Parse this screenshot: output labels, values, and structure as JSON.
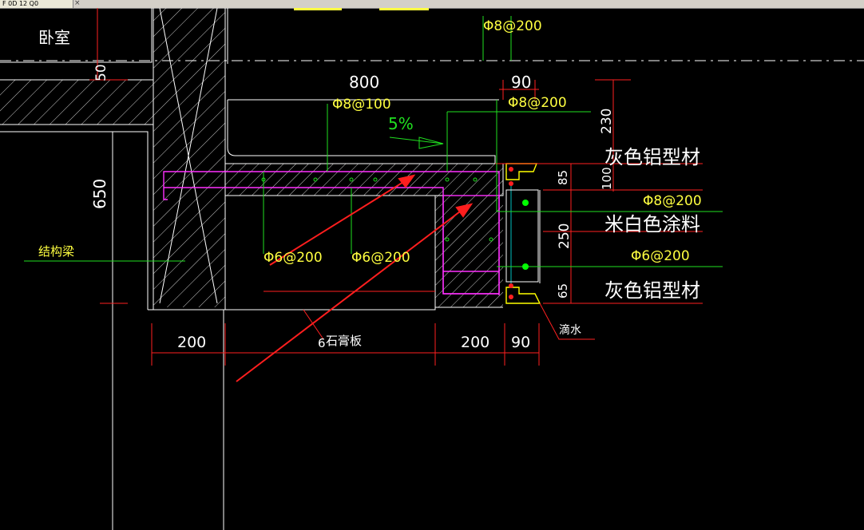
{
  "tab": {
    "title": "F 0D 12 Q0"
  },
  "colors": {
    "background": "#000000",
    "wall": "#ffffff",
    "dimension": "#ff2020",
    "rebar": "#ff30ff",
    "leader": "#20e020",
    "text_yellow": "#ffff40",
    "text_white": "#ffffff",
    "arrow": "#ff1e1e",
    "profile": "#ffff00",
    "dot": "#00ff00"
  },
  "labels": {
    "room": "卧室",
    "beam": "结构梁",
    "gypsum_board": "石膏板",
    "gypsum_prefix": "6",
    "slope": "5%",
    "drip": "滴水",
    "grey_aluminum_top": "灰色铝型材",
    "cream_paint": "米白色涂料",
    "grey_aluminum_bottom": "灰色铝型材"
  },
  "rebar": {
    "top_left": "Φ8@200",
    "slab_top": "Φ8@100",
    "slab_right": "Φ8@200",
    "right_block": "Φ8@200",
    "stirrup_a": "Φ6@200",
    "stirrup_b": "Φ6@200",
    "stirrup_right": "Φ6@200"
  },
  "dimensions": {
    "top_800": "800",
    "top_90": "90",
    "left_50": "50",
    "left_650": "650",
    "right_230": "230",
    "right_85": "85",
    "right_100": "100",
    "right_250": "250",
    "right_65": "65",
    "bottom_200_left": "200",
    "bottom_200_right": "200",
    "bottom_90": "90"
  }
}
